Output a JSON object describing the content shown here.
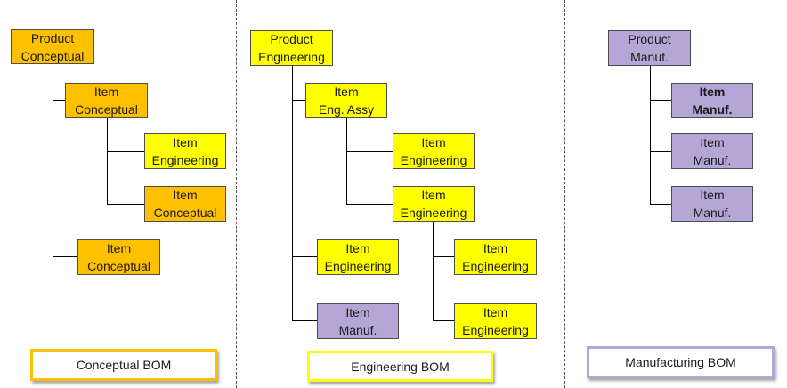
{
  "colors": {
    "conceptual": "#ffc000",
    "engineering": "#ffff00",
    "manufacturing": "#b4a7d6",
    "connector": "#000000"
  },
  "conceptual": {
    "root": {
      "line1": "Product",
      "line2": "Conceptual"
    },
    "n1": {
      "line1": "Item",
      "line2": "Conceptual"
    },
    "n1a": {
      "line1": "Item",
      "line2": "Engineering"
    },
    "n1b": {
      "line1": "Item",
      "line2": "Conceptual"
    },
    "n2": {
      "line1": "Item",
      "line2": "Conceptual"
    },
    "caption": "Conceptual BOM"
  },
  "engineering": {
    "root": {
      "line1": "Product",
      "line2": "Engineering"
    },
    "n1": {
      "line1": "Item",
      "line2": "Eng. Assy"
    },
    "n1a": {
      "line1": "Item",
      "line2": "Engineering"
    },
    "n1b": {
      "line1": "Item",
      "line2": "Engineering"
    },
    "n1b1": {
      "line1": "Item",
      "line2": "Engineering"
    },
    "n1b2": {
      "line1": "Item",
      "line2": "Engineering"
    },
    "n2": {
      "line1": "Item",
      "line2": "Engineering"
    },
    "n3": {
      "line1": "Item",
      "line2": "Manuf."
    },
    "caption": "Engineering BOM"
  },
  "manufacturing": {
    "root": {
      "line1": "Product",
      "line2": "Manuf."
    },
    "n1": {
      "line1": "Item",
      "line2": "Manuf."
    },
    "n2": {
      "line1": "Item",
      "line2": "Manuf."
    },
    "n3": {
      "line1": "Item",
      "line2": "Manuf."
    },
    "caption": "Manufacturing BOM"
  }
}
